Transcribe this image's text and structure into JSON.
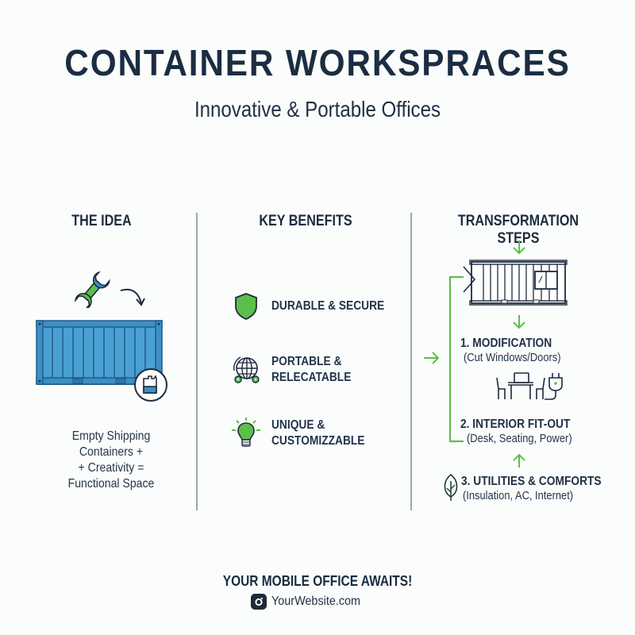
{
  "header": {
    "title": "CONTAINER WORKSPRACES",
    "subtitle": "Innovative & Portable Offices"
  },
  "columns": {
    "idea": {
      "heading": "THE IDEA",
      "icons": [
        "wrench-icon",
        "curved-arrow-icon",
        "shipping-container-icon",
        "paint-brush-badge-icon"
      ],
      "text": "Empty Shipping\nContainers +\n+ Creativity =\nFunctional Space",
      "text_lines": [
        "Empty Shipping",
        "Containers +",
        "+ Creativity =",
        "Functional Space"
      ]
    },
    "benefits": {
      "heading": "KEY BENEFITS",
      "items": [
        {
          "icon": "shield-icon",
          "label": "DURABLE & SECURE"
        },
        {
          "icon": "globe-wheels-icon",
          "label": "PORTABLE &\nRELECATABLE"
        },
        {
          "icon": "lightbulb-icon",
          "label": "UNIQUE &\nCUSTOMIZZABLE"
        }
      ]
    },
    "steps": {
      "heading": "TRANSFORMATION STEPS",
      "items": [
        {
          "title": "1. MODIFICATION",
          "subtitle": "(Cut Windows/Doors)",
          "icon": "container-outline-icon"
        },
        {
          "title": "2. INTERIOR FIT-OUT",
          "subtitle": "(Desk, Seating, Power)",
          "icon": "desk-chairs-plug-icon"
        },
        {
          "title": "3. UTILITIES & COMFORTS",
          "subtitle": "(Insulation, AC, Internet)",
          "icon": "leaf-icon"
        }
      ]
    }
  },
  "footer": {
    "cta": "YOUR MOBILE OFFICE AWAITS!",
    "website": "YourWebsite.com",
    "social_icon": "instagram-icon"
  },
  "colors": {
    "navy": "#1b2d42",
    "green": "#5cbf4a",
    "blue": "#3d8fc6",
    "divider": "#9aa6b2",
    "background": "#fbfcfc"
  }
}
